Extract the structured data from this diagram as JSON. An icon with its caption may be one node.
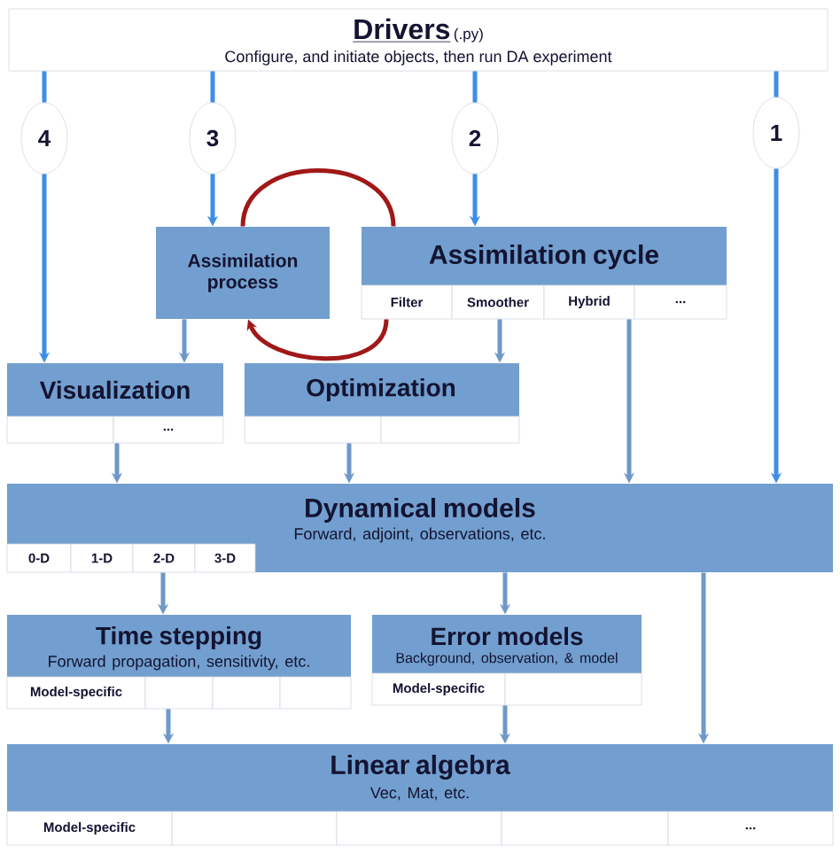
{
  "diagram": {
    "nodes": [
      {
        "text": [
          "Drivers",
          "(.py)",
          "Configure, and initiate objects, then run DA experiment"
        ]
      },
      {
        "text": [
          "4"
        ]
      },
      {
        "text": [
          "3"
        ]
      },
      {
        "text": [
          "2"
        ]
      },
      {
        "text": [
          "1"
        ]
      },
      {
        "text": [
          "Assimilation process"
        ]
      },
      {
        "text": [
          "Assimilation cycle"
        ]
      },
      {
        "text": [
          "Filter"
        ],
        "in": 6
      },
      {
        "text": [
          "Smoother"
        ],
        "in": 6
      },
      {
        "text": [
          "Hybrid"
        ],
        "in": 6
      },
      {
        "text": [
          "..."
        ],
        "in": 6
      },
      {
        "text": [
          "Visualization"
        ]
      },
      {
        "text": [],
        "shape": "box",
        "in": 11
      },
      {
        "text": [
          "..."
        ],
        "in": 11
      },
      {
        "text": [
          "Optimization"
        ]
      },
      {
        "text": [],
        "shape": "box",
        "in": 14
      },
      {
        "text": [],
        "shape": "box",
        "in": 14
      },
      {
        "text": [
          "Dynamical models",
          "Forward, adjoint,  observations, etc."
        ]
      },
      {
        "text": [
          "0-D"
        ],
        "in": 17
      },
      {
        "text": [
          "1-D"
        ],
        "in": 17
      },
      {
        "text": [
          "2-D"
        ],
        "in": 17
      },
      {
        "text": [
          "3-D"
        ],
        "in": 17
      },
      {
        "text": [
          "Time stepping",
          "Forward propagation,  sensitivity, etc."
        ]
      },
      {
        "text": [
          "Model-specific"
        ],
        "in": 22
      },
      {
        "text": [],
        "shape": "box",
        "in": 22
      },
      {
        "text": [],
        "shape": "box",
        "in": 22
      },
      {
        "text": [],
        "shape": "box",
        "in": 22
      },
      {
        "text": [
          "Error models",
          "Background, observation, & model"
        ]
      },
      {
        "text": [
          "Model-specific"
        ],
        "in": 27
      },
      {
        "text": [],
        "shape": "box",
        "in": 27
      },
      {
        "text": [
          "Linear algebra",
          "Vec, Mat, etc."
        ]
      },
      {
        "text": [
          "Model-specific"
        ],
        "in": 30
      },
      {
        "text": [],
        "shape": "box",
        "in": 30
      },
      {
        "text": [],
        "shape": "box",
        "in": 30
      },
      {
        "text": [],
        "shape": "box",
        "in": 30
      },
      {
        "text": [
          "..."
        ],
        "in": 30
      }
    ],
    "edges": [
      {
        "from": 0,
        "to": 1,
        "arrow": "none",
        "color": "#3d8ee6"
      },
      {
        "from": 1,
        "to": 11,
        "arrow": "to",
        "color": "#3d8ee6"
      },
      {
        "from": 0,
        "to": 2,
        "arrow": "none",
        "color": "#3d8ee6"
      },
      {
        "from": 2,
        "to": 5,
        "arrow": "to",
        "color": "#3d8ee6"
      },
      {
        "from": 0,
        "to": 3,
        "arrow": "none",
        "color": "#3d8ee6"
      },
      {
        "from": 3,
        "to": 6,
        "arrow": "to",
        "color": "#3d8ee6"
      },
      {
        "from": 0,
        "to": 4,
        "arrow": "none",
        "color": "#3d8ee6"
      },
      {
        "from": 4,
        "to": 17,
        "arrow": "to",
        "color": "#3d8ee6"
      },
      {
        "from": 5,
        "to": 11,
        "arrow": "to"
      },
      {
        "from": 8,
        "to": 14,
        "arrow": "to"
      },
      {
        "from": 9,
        "to": 17,
        "arrow": "to"
      },
      {
        "from": 11,
        "to": 17,
        "arrow": "to"
      },
      {
        "from": 14,
        "to": 17,
        "arrow": "to"
      },
      {
        "from": 20,
        "to": 22,
        "arrow": "to"
      },
      {
        "from": 17,
        "to": 27,
        "arrow": "to"
      },
      {
        "from": 17,
        "to": 30,
        "arrow": "to"
      },
      {
        "from": 22,
        "to": 30,
        "arrow": "to"
      },
      {
        "from": 27,
        "to": 30,
        "arrow": "to"
      },
      {
        "from": 5,
        "to": 6,
        "arrow": "none",
        "color": "#a01818"
      },
      {
        "from": 6,
        "to": 5,
        "arrow": "to",
        "color": "#a01818"
      }
    ]
  }
}
